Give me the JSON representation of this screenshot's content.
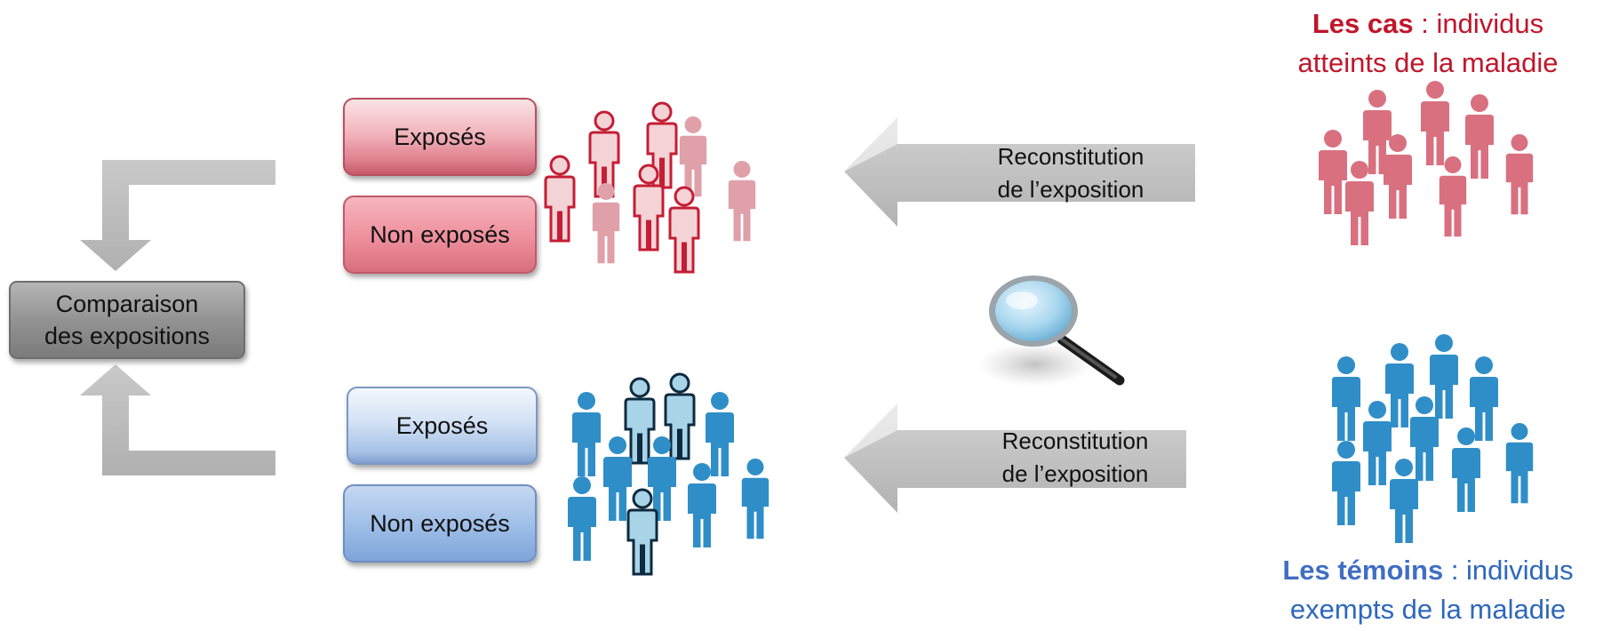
{
  "comparison": {
    "line1": "Comparaison",
    "line2": "des expositions"
  },
  "cases_group": {
    "exposed_label": "Exposés",
    "unexposed_label": "Non exposés"
  },
  "controls_group": {
    "exposed_label": "Exposés",
    "unexposed_label": "Non exposés"
  },
  "arrow_top": {
    "line1": "Reconstitution",
    "line2": "de l’exposition"
  },
  "arrow_bottom": {
    "line1": "Reconstitution",
    "line2": "de l’exposition"
  },
  "cases_caption": {
    "title": "Les cas",
    "rest_line1": " : individus",
    "line2": "atteints de la maladie"
  },
  "controls_caption": {
    "title": "Les témoins",
    "rest_line1": " : individus",
    "line2": "exempts de la maladie"
  },
  "colors": {
    "case_red": "#c0162b",
    "case_figure_pink": "#d9707f",
    "control_blue": "#2e67bd",
    "control_figure_blue": "#2f8ec8",
    "arrow_grey": "#bdbdbd"
  },
  "icons": [
    "people-group-icon",
    "magnifying-glass-icon",
    "arrow-left-icon",
    "elbow-arrow-down-icon",
    "elbow-arrow-up-icon"
  ]
}
